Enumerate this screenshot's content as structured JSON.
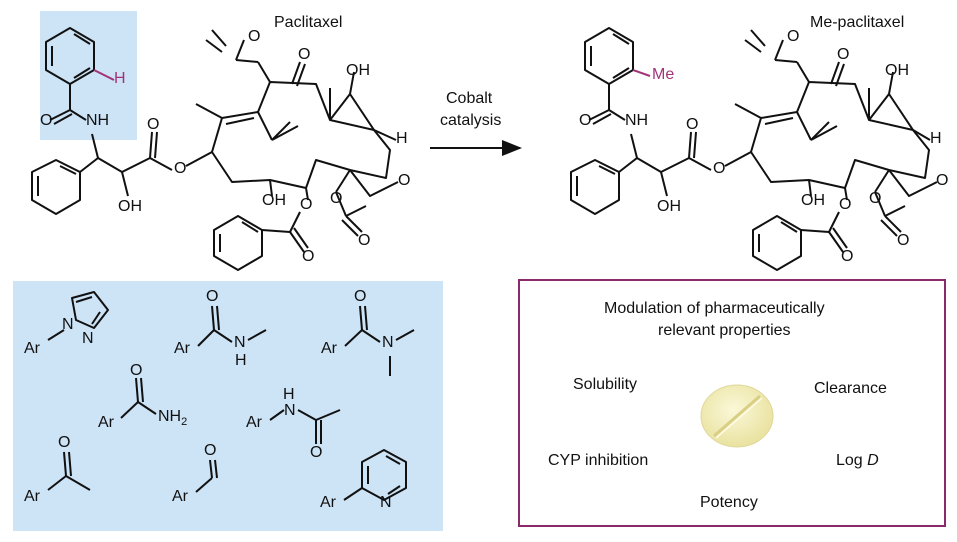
{
  "top_left": {
    "title": "Paclitaxel",
    "highlight_atom": "H",
    "labels": [
      "NH",
      "O",
      "OH",
      "O",
      "O",
      "O",
      "O",
      "OH",
      "H",
      "O",
      "OH",
      "O",
      "O",
      "O",
      "O"
    ]
  },
  "arrow": {
    "line1": "Cobalt",
    "line2": "catalysis"
  },
  "top_right": {
    "title": "Me-paclitaxel",
    "highlight_group": "Me",
    "labels": [
      "NH",
      "O",
      "OH",
      "O",
      "O",
      "O",
      "O",
      "OH",
      "H",
      "O",
      "OH",
      "O",
      "O",
      "O",
      "O"
    ]
  },
  "groups": [
    {
      "ar": "Ar",
      "atoms": [
        "N",
        "N"
      ]
    },
    {
      "ar": "Ar",
      "atoms": [
        "O",
        "N",
        "H"
      ]
    },
    {
      "ar": "Ar",
      "atoms": [
        "O",
        "N"
      ]
    },
    {
      "ar": "Ar",
      "atoms": [
        "O",
        "NH",
        "2"
      ]
    },
    {
      "ar": "Ar",
      "atoms": [
        "H",
        "N",
        "O"
      ]
    },
    {
      "ar": "Ar",
      "atoms": [
        "O"
      ]
    },
    {
      "ar": "Ar",
      "atoms": [
        "O"
      ]
    },
    {
      "ar": "Ar",
      "atoms": [
        "N"
      ]
    }
  ],
  "properties": {
    "title_line1": "Modulation of pharmaceutically",
    "title_line2": "relevant properties",
    "items": [
      "Solubility",
      "Clearance",
      "CYP inhibition",
      "Log",
      "Potency"
    ],
    "log_d_italic": "D"
  },
  "colors": {
    "highlight_text": "#a2337a",
    "highlight_box": "#cde3f6",
    "frame": "#8b2a6b",
    "pill": "#f3eeb8"
  }
}
